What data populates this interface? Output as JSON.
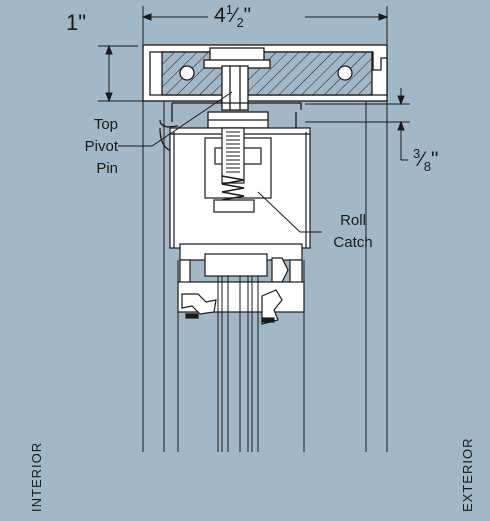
{
  "dimensions": {
    "top_height": "1\"",
    "overall_width_whole": "4",
    "overall_width_num": "1",
    "overall_width_den": "2",
    "inch_mark": "\"",
    "gap_num": "3",
    "gap_den": "8"
  },
  "labels": {
    "top_pivot_pin": [
      "Top",
      "Pivot",
      "Pin"
    ],
    "roll_catch": [
      "Roll",
      "Catch"
    ],
    "interior": "INTERIOR",
    "exterior": "EXTERIOR"
  },
  "colors": {
    "background": "#a3b8c6",
    "line": "#1a1a1a",
    "fill": "#ffffff"
  }
}
